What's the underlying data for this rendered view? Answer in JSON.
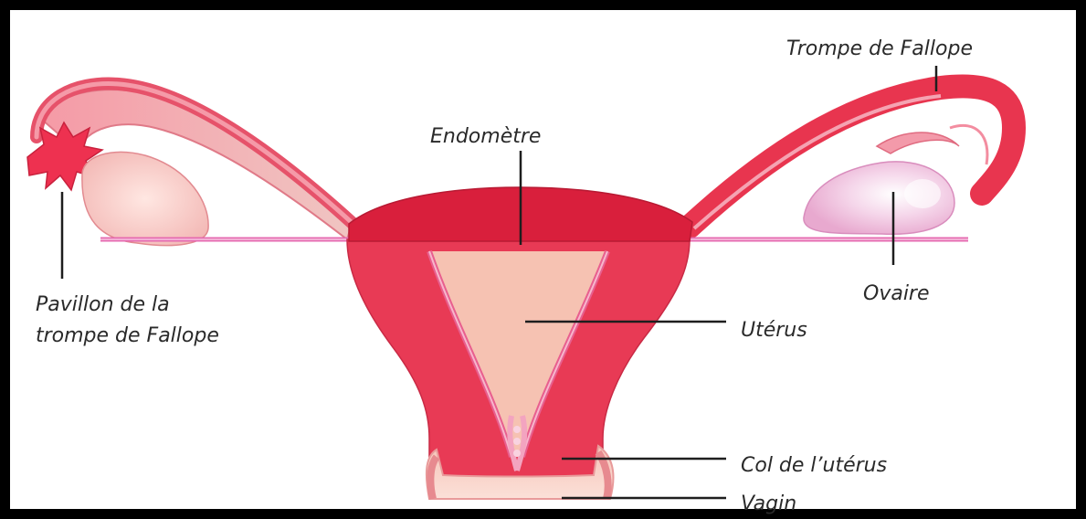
{
  "colors": {
    "frame": "#000000",
    "muscle": "#e83a55",
    "muscle_dark": "#d42a45",
    "endometrium": "#d91f3c",
    "cavity": "#f6c2b2",
    "tube_pink": "#f7a8b8",
    "ovary": "#f4d2e6",
    "ligament": "#e56ab0",
    "leader": "#1e1e1e",
    "label_text": "#2a2a2a"
  },
  "labels": {
    "fallopian_tube": "Trompe de Fallope",
    "endometrium": "Endomètre",
    "infundibulum_line1": "Pavillon de la",
    "infundibulum_line2": "trompe de Fallope",
    "ovary": "Ovaire",
    "uterus": "Utérus",
    "cervix": "Col de l’utérus",
    "vagina": "Vagin"
  }
}
